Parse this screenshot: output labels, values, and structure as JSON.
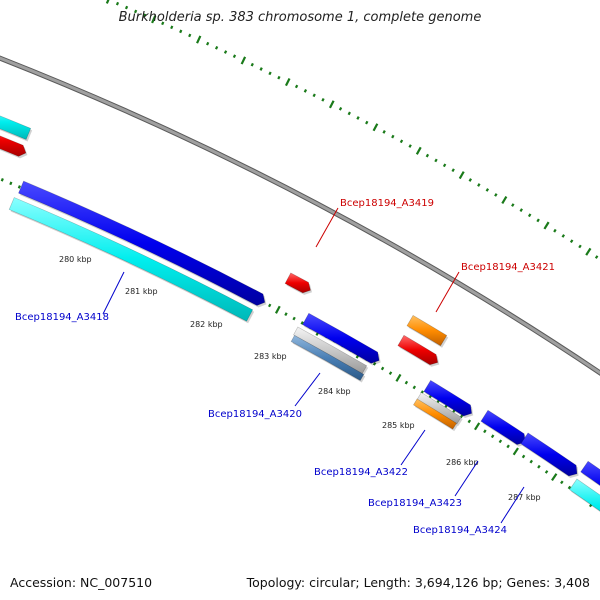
{
  "title": "Burkholderia sp. 383 chromosome 1, complete genome",
  "footer": {
    "accession": "Accession: NC_007510",
    "summary": "Topology: circular; Length: 3,694,126 bp; Genes: 3,408"
  },
  "colors": {
    "backbone": "#8a8a8a",
    "tick": "#1a7a1a",
    "cds": "#0000ee",
    "cds_alt": "#00eeee",
    "rna": "#ee0000",
    "misc": "#ff8c00",
    "pseudo": "#4a7fb5",
    "label_blue": "#0000cc",
    "label_red": "#cc0000"
  },
  "ticks": [
    "280 kbp",
    "281 kbp",
    "282 kbp",
    "283 kbp",
    "284 kbp",
    "285 kbp",
    "286 kbp",
    "287 kbp"
  ],
  "genes": [
    {
      "label": "Bcep18194_A3418",
      "type": "cds"
    },
    {
      "label": "Bcep18194_A3419",
      "type": "rna"
    },
    {
      "label": "Bcep18194_A3420",
      "type": "cds"
    },
    {
      "label": "Bcep18194_A3421",
      "type": "misc"
    },
    {
      "label": "Bcep18194_A3422",
      "type": "cds"
    },
    {
      "label": "Bcep18194_A3423",
      "type": "cds"
    },
    {
      "label": "Bcep18194_A3424",
      "type": "cds"
    }
  ]
}
